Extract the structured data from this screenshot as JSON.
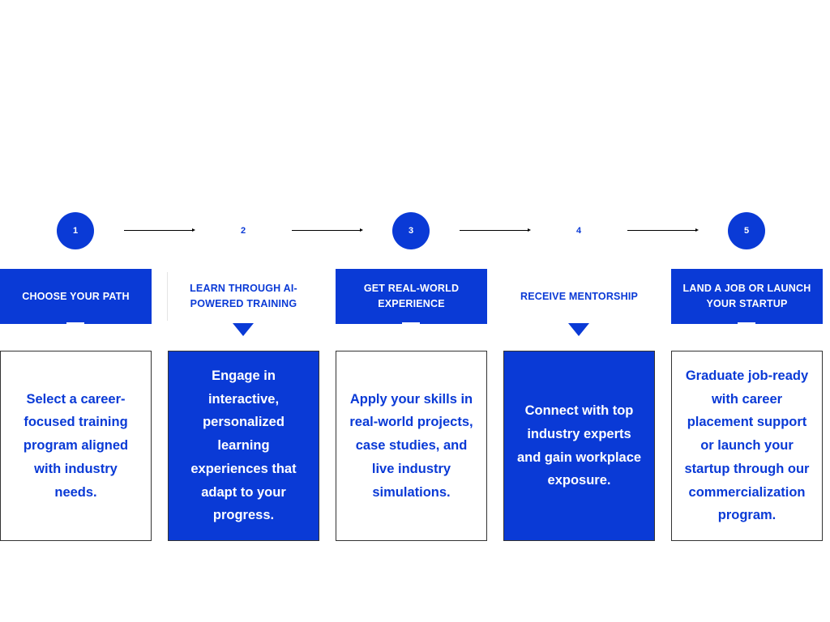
{
  "colors": {
    "accent": "#0a3ad6",
    "background": "#ffffff"
  },
  "steps": [
    {
      "number": "1",
      "title": "CHOOSE YOUR PATH",
      "description": "Select a career-focused training program aligned with industry needs."
    },
    {
      "number": "2",
      "title": "LEARN THROUGH AI-POWERED TRAINING",
      "description": "Engage in interactive, personalized learning experiences that adapt to your progress."
    },
    {
      "number": "3",
      "title": "GET REAL-WORLD EXPERIENCE",
      "description": "Apply your skills in real-world projects, case studies, and live industry simulations."
    },
    {
      "number": "4",
      "title": "RECEIVE MENTORSHIP",
      "description": "Connect with top industry experts and gain workplace exposure."
    },
    {
      "number": "5",
      "title": "LAND A JOB OR LAUNCH YOUR STARTUP",
      "description": "Graduate job-ready with career placement support or launch your startup through our commercialization program."
    }
  ]
}
